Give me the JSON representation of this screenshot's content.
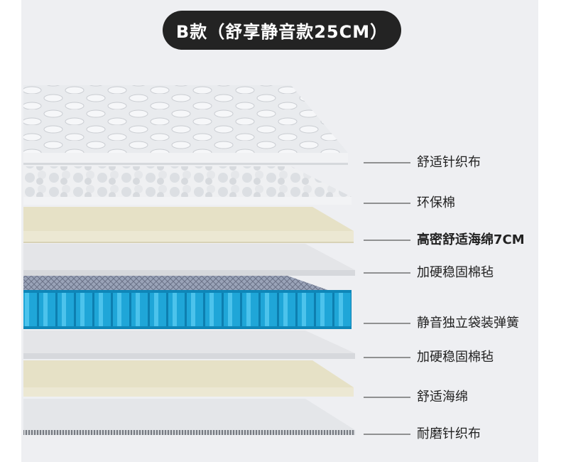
{
  "title": "B款（舒享静音款25CM）",
  "layers": [
    {
      "label": "舒适针织布",
      "material": "knit-fabric",
      "emphasis": false
    },
    {
      "label": "环保棉",
      "material": "cotton-wadding",
      "emphasis": false
    },
    {
      "label": "高密舒适海绵7CM",
      "material": "foam",
      "emphasis": true
    },
    {
      "label": "加硬稳固棉毡",
      "material": "felt",
      "emphasis": false
    },
    {
      "label": "静音独立袋装弹簧",
      "material": "pocket-spring",
      "emphasis": false
    },
    {
      "label": "加硬稳固棉毡",
      "material": "felt",
      "emphasis": false
    },
    {
      "label": "舒适海绵",
      "material": "foam",
      "emphasis": false
    },
    {
      "label": "耐磨针织布",
      "material": "knit-fabric",
      "emphasis": false
    }
  ],
  "colors": {
    "panel_bg": "#eeeff2",
    "title_pill_bg": "#232323",
    "title_text": "#ffffff",
    "foam": "#e8e3cb",
    "felt": "#e2e3e6",
    "fabric": "#e5e7ea",
    "spring": "#1fa6d8"
  }
}
